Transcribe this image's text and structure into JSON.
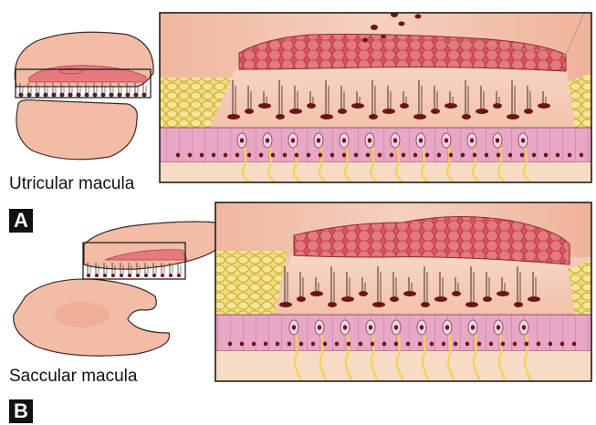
{
  "panel_a": {
    "caption": "Utricular macula",
    "letter": "A"
  },
  "panel_b": {
    "caption": "Saccular macula",
    "letter": "B"
  },
  "colors": {
    "membrane": "#f2b8a3",
    "otoconia": "#d8505a",
    "otoconia_light": "#e98b88",
    "gel": "#f6cdb9",
    "hair_cell_layer": "#e9a6c6",
    "nerve": "#f2d25a",
    "cartilage": "#f3dc7a",
    "cell_body": "#6e1414",
    "outline": "#3a2a28"
  }
}
